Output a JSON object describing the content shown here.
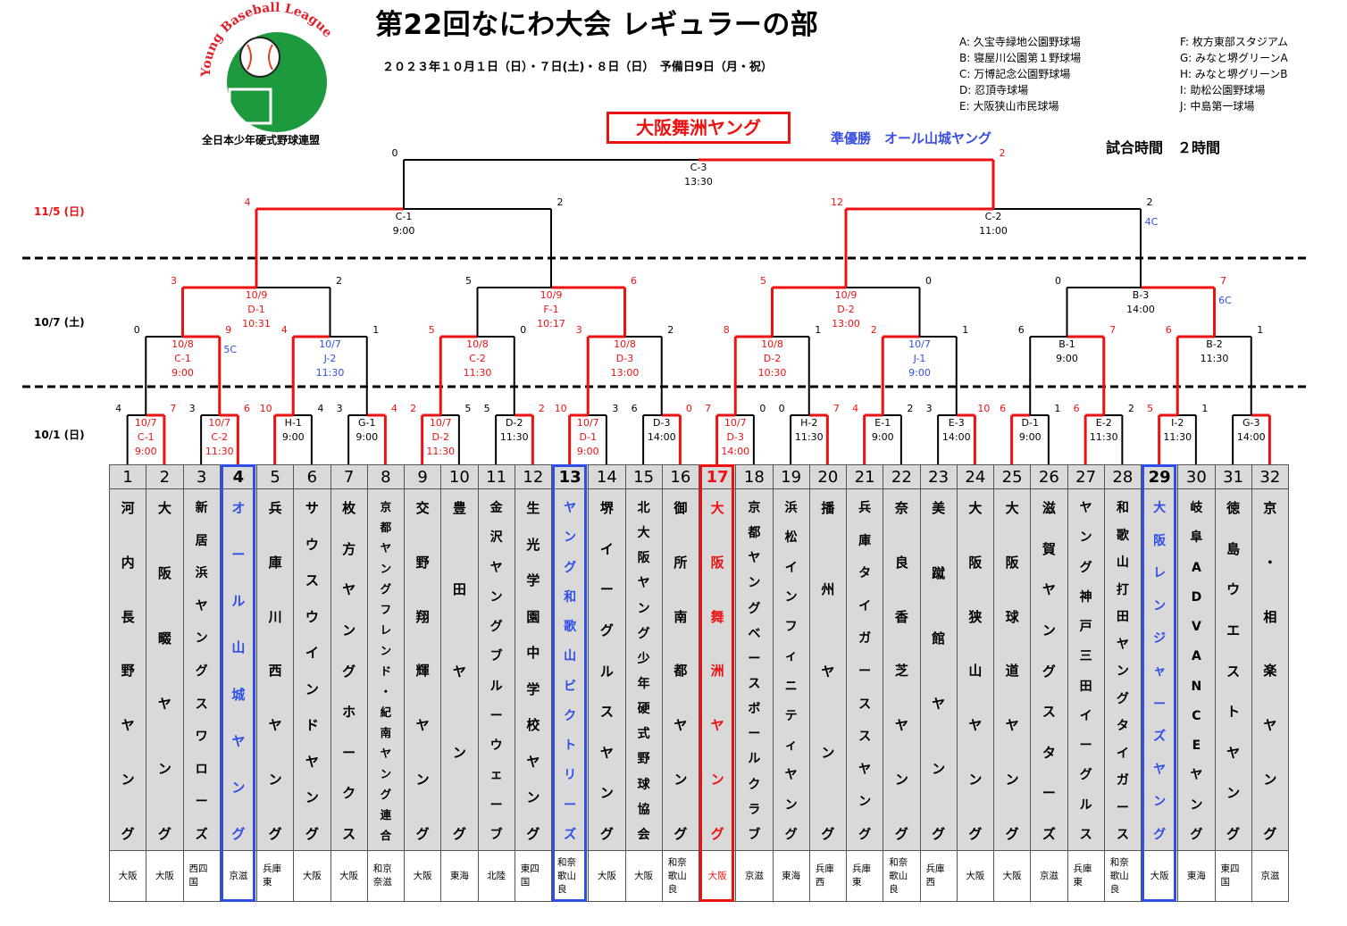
{
  "header": {
    "title": "第22回なにわ大会 レギュラーの部",
    "dates": "２０２３年１０月１日（日）・７日(土)・８日（日）　予備日9日（月・祝）",
    "logo_text": "全日本少年硬式野球連盟",
    "logo_arc_text": "Young Baseball League"
  },
  "venues": [
    "A: 久宝寺緑地公園野球場",
    "B: 寝屋川公園第１野球場",
    "C: 万博記念公園野球場",
    "D: 忍頂寺球場",
    "E: 大阪狭山市民球場",
    "F: 枚方東部スタジアム",
    "G: みなと堺グリーンA",
    "H: みなと堺グリーンB",
    "I: 助松公園野球場",
    "J: 中島第一球場"
  ],
  "champion": "大阪舞洲ヤング",
  "runner_up": "準優勝　オール山城ヤング",
  "game_time": "試合時間　２時間",
  "date_labels": {
    "final": "11/5 (日)",
    "r2": "10/7 (土)",
    "r1": "10/1 (日)"
  },
  "colors": {
    "win": "#ee1111",
    "lose": "#000000",
    "highlight": "#2f4ee6",
    "grey": "#d9d9d9"
  },
  "teams": [
    {
      "no": "1",
      "name": "河内長野ヤング",
      "region": "大阪"
    },
    {
      "no": "2",
      "name": "大阪畷ヤング",
      "region": "大阪"
    },
    {
      "no": "3",
      "name": "新居浜ヤングスワローズ",
      "region": "西四国"
    },
    {
      "no": "4",
      "name": "オール山城ヤング",
      "region": "京滋",
      "hl": "blue"
    },
    {
      "no": "5",
      "name": "兵庫川西ヤング",
      "region": "兵庫東"
    },
    {
      "no": "6",
      "name": "サウスウインドヤング",
      "region": "大阪"
    },
    {
      "no": "7",
      "name": "枚方ヤングホークス",
      "region": "大阪"
    },
    {
      "no": "8",
      "name": "京都ヤングフレンド・紀南ヤング連合",
      "region": "和京奈滋"
    },
    {
      "no": "9",
      "name": "交野翔輝ヤング",
      "region": "大阪"
    },
    {
      "no": "10",
      "name": "豊田ヤング",
      "region": "東海"
    },
    {
      "no": "11",
      "name": "金沢ヤングブルーウェーブ",
      "region": "北陸"
    },
    {
      "no": "12",
      "name": "生光学園中学校ヤング",
      "region": "東四国"
    },
    {
      "no": "13",
      "name": "ヤング和歌山ビクトリーズ",
      "region": "和奈歌山良",
      "hl": "blue"
    },
    {
      "no": "14",
      "name": "堺イーグルスヤング",
      "region": "大阪"
    },
    {
      "no": "15",
      "name": "北大阪ヤング少年硬式野球協会",
      "region": "大阪"
    },
    {
      "no": "16",
      "name": "御所南都ヤング",
      "region": "和奈歌山良"
    },
    {
      "no": "17",
      "name": "大阪舞洲ヤング",
      "region": "大阪",
      "hl": "red"
    },
    {
      "no": "18",
      "name": "京都ヤングベースボールクラブ",
      "region": "京滋"
    },
    {
      "no": "19",
      "name": "浜松インフィニティヤング",
      "region": "東海"
    },
    {
      "no": "20",
      "name": "播州ヤング",
      "region": "兵庫西"
    },
    {
      "no": "21",
      "name": "兵庫タイガーススヤング",
      "region": "兵庫東"
    },
    {
      "no": "22",
      "name": "奈良香芝ヤング",
      "region": "和奈歌山良"
    },
    {
      "no": "23",
      "name": "美蹴館ヤング",
      "region": "兵庫西"
    },
    {
      "no": "24",
      "name": "大阪狭山ヤング",
      "region": "大阪"
    },
    {
      "no": "25",
      "name": "大阪球道ヤング",
      "region": "大阪"
    },
    {
      "no": "26",
      "name": "滋賀ヤングスターズ",
      "region": "京滋"
    },
    {
      "no": "27",
      "name": "ヤング神戸三田イーグルス",
      "region": "兵庫東"
    },
    {
      "no": "28",
      "name": "和歌山打田ヤングタイガース",
      "region": "和奈歌山良"
    },
    {
      "no": "29",
      "name": "大阪レンジャーズヤング",
      "region": "大阪",
      "hl": "blue"
    },
    {
      "no": "30",
      "name": "岐阜ADVANCEヤング",
      "region": "東海"
    },
    {
      "no": "31",
      "name": "徳島ウエストヤング",
      "region": "東四国"
    },
    {
      "no": "32",
      "name": "京・相楽ヤング",
      "region": "京滋"
    }
  ],
  "round1": [
    {
      "a": 0,
      "b": 1,
      "sa": "4",
      "sb": "7",
      "w": 1,
      "date": "10/7",
      "code": "C-1",
      "time": "9:00"
    },
    {
      "a": 2,
      "b": 3,
      "sa": "3",
      "sb": "6",
      "w": 1,
      "date": "10/7",
      "code": "C-2",
      "time": "11:30"
    },
    {
      "a": 4,
      "b": 5,
      "sa": "10",
      "sb": "4",
      "w": 0,
      "date": "",
      "code": "H-1",
      "time": "9:00"
    },
    {
      "a": 6,
      "b": 7,
      "sa": "3",
      "sb": "4",
      "w": 1,
      "date": "",
      "code": "G-1",
      "time": "9:00"
    },
    {
      "a": 8,
      "b": 9,
      "sa": "2",
      "sb": "5",
      "w": 0,
      "date": "10/7",
      "code": "D-2",
      "time": "11:30"
    },
    {
      "a": 10,
      "b": 11,
      "sa": "5",
      "sb": "2",
      "w": 1,
      "date": "",
      "code": "D-2",
      "time": "11:30"
    },
    {
      "a": 12,
      "b": 13,
      "sa": "10",
      "sb": "3",
      "w": 0,
      "date": "10/7",
      "code": "D-1",
      "time": "9:00"
    },
    {
      "a": 14,
      "b": 15,
      "sa": "6",
      "sb": "0",
      "w": 1,
      "date": "",
      "code": "D-3",
      "time": "14:00"
    },
    {
      "a": 16,
      "b": 17,
      "sa": "7",
      "sb": "0",
      "w": 0,
      "date": "10/7",
      "code": "D-3",
      "time": "14:00"
    },
    {
      "a": 18,
      "b": 19,
      "sa": "0",
      "sb": "7",
      "w": 1,
      "date": "",
      "code": "H-2",
      "time": "11:30"
    },
    {
      "a": 20,
      "b": 21,
      "sa": "4",
      "sb": "2",
      "w": 0,
      "date": "",
      "code": "E-1",
      "time": "9:00"
    },
    {
      "a": 22,
      "b": 23,
      "sa": "3",
      "sb": "10",
      "w": 1,
      "date": "",
      "code": "E-3",
      "time": "14:00"
    },
    {
      "a": 24,
      "b": 25,
      "sa": "6",
      "sb": "1",
      "w": 0,
      "date": "",
      "code": "D-1",
      "time": "9:00"
    },
    {
      "a": 26,
      "b": 27,
      "sa": "6",
      "sb": "2",
      "w": 0,
      "date": "",
      "code": "E-2",
      "time": "11:30"
    },
    {
      "a": 28,
      "b": 29,
      "sa": "5",
      "sb": "1",
      "w": 0,
      "date": "",
      "code": "I-2",
      "time": "11:30"
    },
    {
      "a": 30,
      "b": 31,
      "sa": "",
      "sb": "",
      "w": 1,
      "date": "",
      "code": "G-3",
      "time": "14:00"
    }
  ],
  "round2": [
    {
      "sa": "0",
      "sb": "9",
      "w": 1,
      "date": "10/8",
      "code": "C-1",
      "time": "9:00",
      "note": "5C"
    },
    {
      "sa": "4",
      "sb": "1",
      "w": 0,
      "date": "10/7",
      "code": "J-2",
      "time": "11:30",
      "blue": true
    },
    {
      "sa": "5",
      "sb": "0",
      "w": 0,
      "date": "10/8",
      "code": "C-2",
      "time": "11:30"
    },
    {
      "sa": "3",
      "sb": "2",
      "w": 0,
      "date": "10/8",
      "code": "D-3",
      "time": "13:00"
    },
    {
      "sa": "8",
      "sb": "1",
      "w": 0,
      "date": "10/8",
      "code": "D-2",
      "time": "10:30"
    },
    {
      "sa": "2",
      "sb": "1",
      "w": 0,
      "date": "10/7",
      "code": "J-1",
      "time": "9:00",
      "blue": true
    },
    {
      "sa": "6",
      "sb": "7",
      "w": 1,
      "date": "",
      "code": "B-1",
      "time": "9:00"
    },
    {
      "sa": "6",
      "sb": "1",
      "w": 0,
      "date": "",
      "code": "B-2",
      "time": "11:30"
    }
  ],
  "round3": [
    {
      "sa": "3",
      "sb": "2",
      "w": 0,
      "date": "10/9",
      "code": "D-1",
      "time": "10:31"
    },
    {
      "sa": "5",
      "sb": "6",
      "w": 1,
      "date": "10/9",
      "code": "F-1",
      "time": "10:17"
    },
    {
      "sa": "5",
      "sb": "0",
      "w": 0,
      "date": "10/9",
      "code": "D-2",
      "time": "13:00"
    },
    {
      "sa": "0",
      "sb": "7",
      "w": 1,
      "date": "",
      "code": "B-3",
      "time": "14:00",
      "note": "6C"
    }
  ],
  "round4": [
    {
      "sa": "4",
      "sb": "2",
      "w": 0,
      "date": "",
      "code": "C-1",
      "time": "9:00"
    },
    {
      "sa": "12",
      "sb": "2",
      "w": 0,
      "date": "",
      "code": "C-2",
      "time": "11:00",
      "note": "4C"
    }
  ],
  "final": {
    "sa": "0",
    "sb": "2",
    "w": 1,
    "code": "C-3",
    "time": "13:30"
  }
}
